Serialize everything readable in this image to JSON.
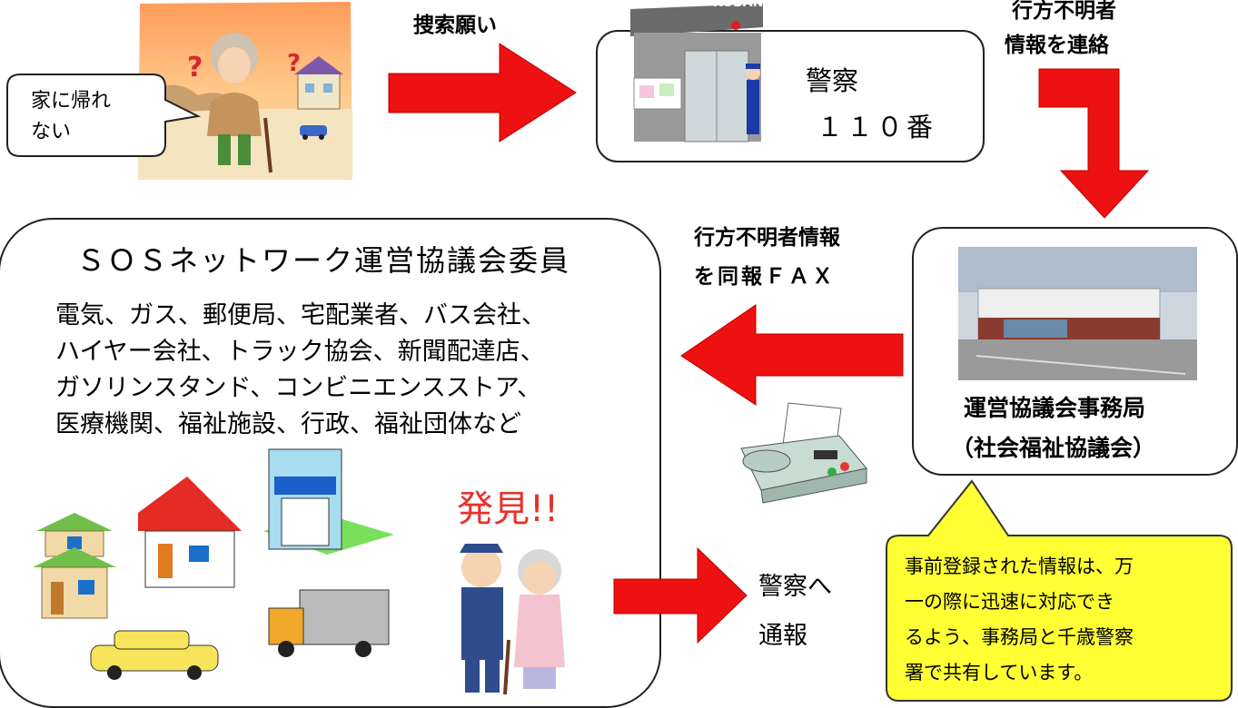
{
  "speech_bubble": {
    "line1": "家に帰れ",
    "line2": "ない"
  },
  "arrow_search_label": "捜索願い",
  "police_box": {
    "sign": "KOBAN",
    "line1": "警察",
    "line2": "１１０番"
  },
  "arrow_contact_label": {
    "line1": "行方不明者",
    "line2": "情報を連絡"
  },
  "network": {
    "title": "ＳＯＳネットワーク運営協議会委員",
    "members": [
      "電気、ガス、郵便局、宅配業者、バス会社、",
      "ハイヤー会社、トラック協会、新聞配達店、",
      "ガソリンスタンド、コンビニエンスストア、",
      "医療機関、福祉施設、行政、福祉団体など"
    ],
    "found_label": "発見!!"
  },
  "arrow_fax_label": {
    "line1": "行方不明者情報",
    "line2": "を同報ＦＡＸ"
  },
  "secretariat": {
    "line1": "運営協議会事務局",
    "line2": "（社会福祉協議会）"
  },
  "arrow_report_label": {
    "line1": "警察へ",
    "line2": "通報"
  },
  "note": {
    "lines": [
      "事前登録された情報は、万",
      "一の際に迅速に対応でき",
      "るよう、事務局と千歳警察",
      "署で共有しています。"
    ]
  },
  "colors": {
    "arrow": "#ee1111",
    "note_bg": "#ffff33",
    "found_text": "#e8322b"
  }
}
